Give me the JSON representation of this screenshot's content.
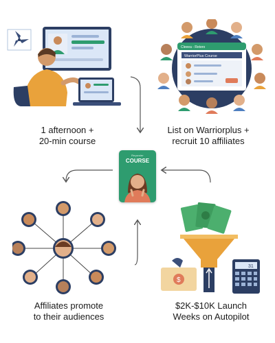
{
  "steps": [
    {
      "caption": "1 afternoon +\n20-min course"
    },
    {
      "caption": "List on Warriorplus +\nrecruit 10 affiliates"
    },
    {
      "caption": "Affiliates promote\nto their audiences"
    },
    {
      "caption": "$2K-$10K Launch\nWeeks on Autopilot"
    }
  ],
  "center_card": {
    "small_label": "Reposter",
    "title": "COURSE",
    "color": "#2e9c6f"
  },
  "warriorplus_screen": {
    "tab_label": "Cleeea - Retero",
    "header": "WarriorPlus Course"
  },
  "calculator_display": "31",
  "colors": {
    "green": "#2e9c6f",
    "navy": "#2c3e63",
    "gold": "#e9a23b",
    "screen_blue": "#dbe7f7"
  }
}
